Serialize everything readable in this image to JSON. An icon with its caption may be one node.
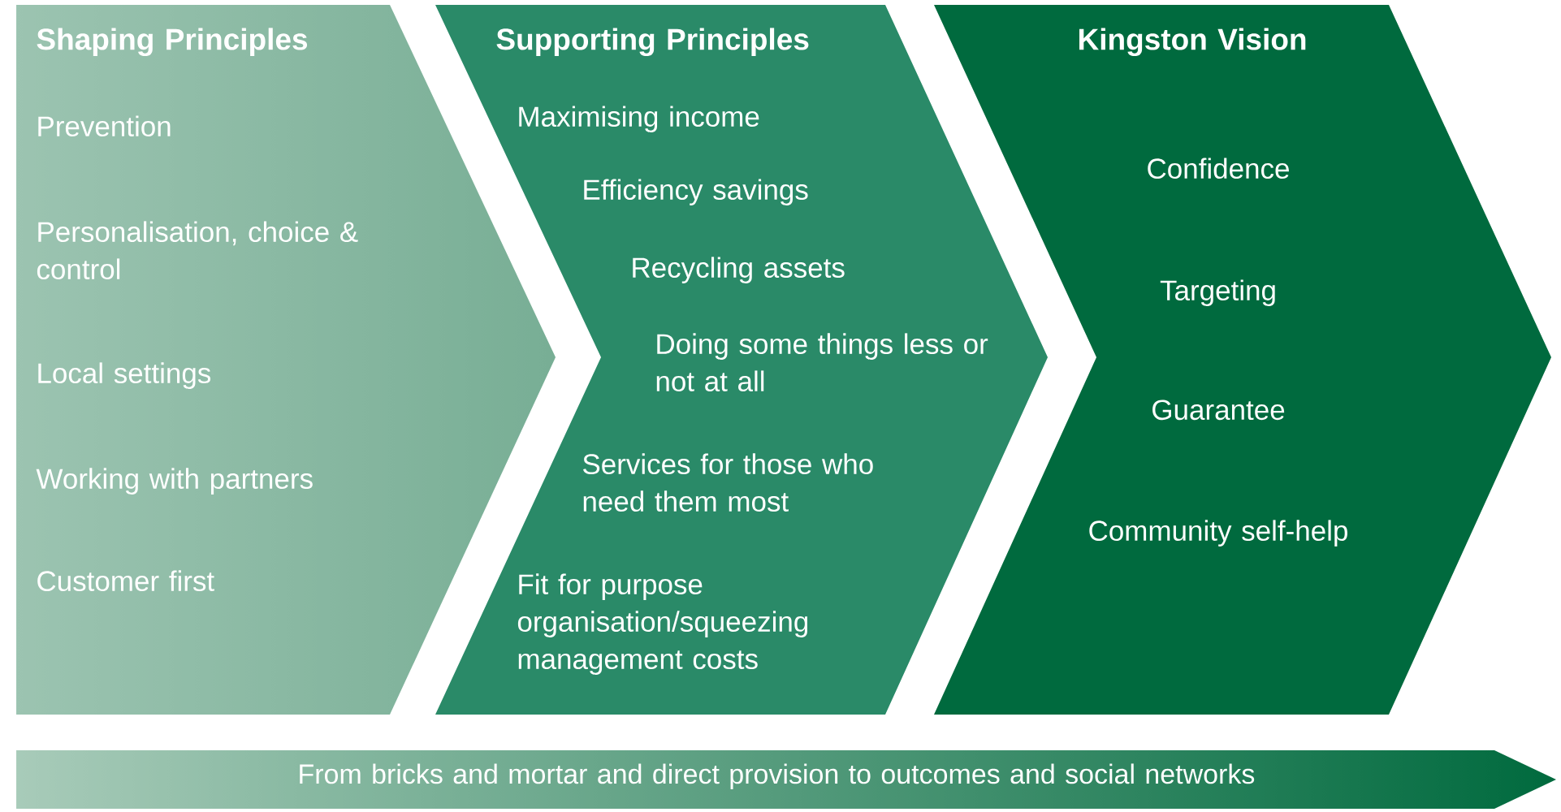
{
  "diagram": {
    "nodes": [
      {
        "text": [
          "Shaping Principles",
          "Prevention",
          "Personalisation, choice & control",
          "Local settings",
          "Working with partners",
          "Customer first"
        ]
      },
      {
        "text": [
          "Supporting Principles",
          "Maximising income",
          "Efficiency savings",
          "Recycling assets",
          "Doing some things less or not at all",
          "Services for those who need them most",
          "Fit for purpose organisation/squeezing management costs"
        ]
      },
      {
        "text": [
          "Kingston Vision",
          "Confidence",
          "Targeting",
          "Guarantee",
          "Community self-help"
        ]
      },
      {
        "text": [
          "From bricks and mortar and direct provision to outcomes and social networks"
        ]
      }
    ]
  }
}
